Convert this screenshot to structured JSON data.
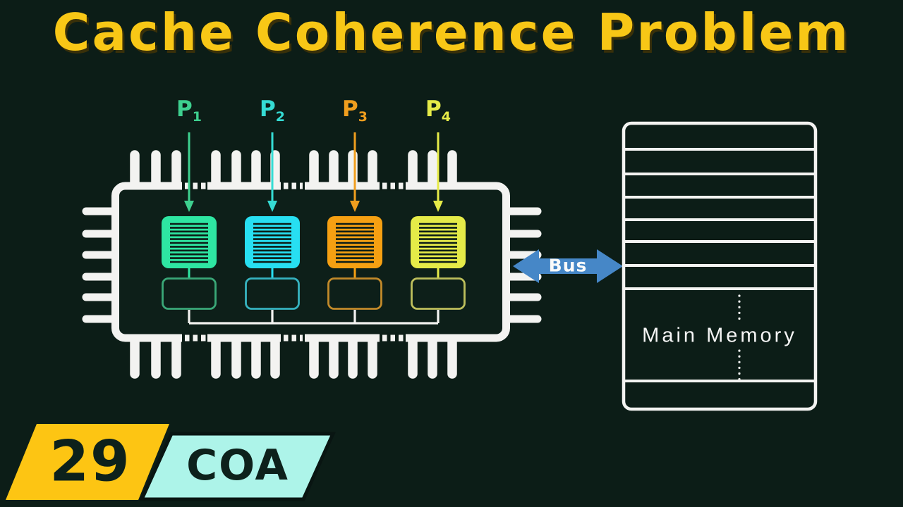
{
  "title": "Cache Coherence Problem",
  "diagram": {
    "processors": [
      {
        "label": "P",
        "sub": "1",
        "color": "#2ee6a2",
        "label_color": "#3ed08f",
        "cache_color": "#3aa878"
      },
      {
        "label": "P",
        "sub": "2",
        "color": "#27dff2",
        "label_color": "#35dcd4",
        "cache_color": "#36b3c0"
      },
      {
        "label": "P",
        "sub": "3",
        "color": "#f6a012",
        "label_color": "#f09e1e",
        "cache_color": "#c28a2a"
      },
      {
        "label": "P",
        "sub": "4",
        "color": "#e5eb48",
        "label_color": "#e6eb48",
        "cache_color": "#bdbf5c"
      }
    ],
    "bus": {
      "label": "Bus",
      "color": "#4687c7"
    },
    "memory": {
      "label": "Main Memory",
      "row_count": 9
    }
  },
  "badges": {
    "episode_number": "29",
    "episode_bg": "#fdc513",
    "course_code": "COA",
    "course_bg": "#adf4e9"
  },
  "colors": {
    "background": "#0c1d17",
    "line": "#f3f3f1",
    "title": "#f8c716",
    "badge_text": "#0d211b"
  }
}
